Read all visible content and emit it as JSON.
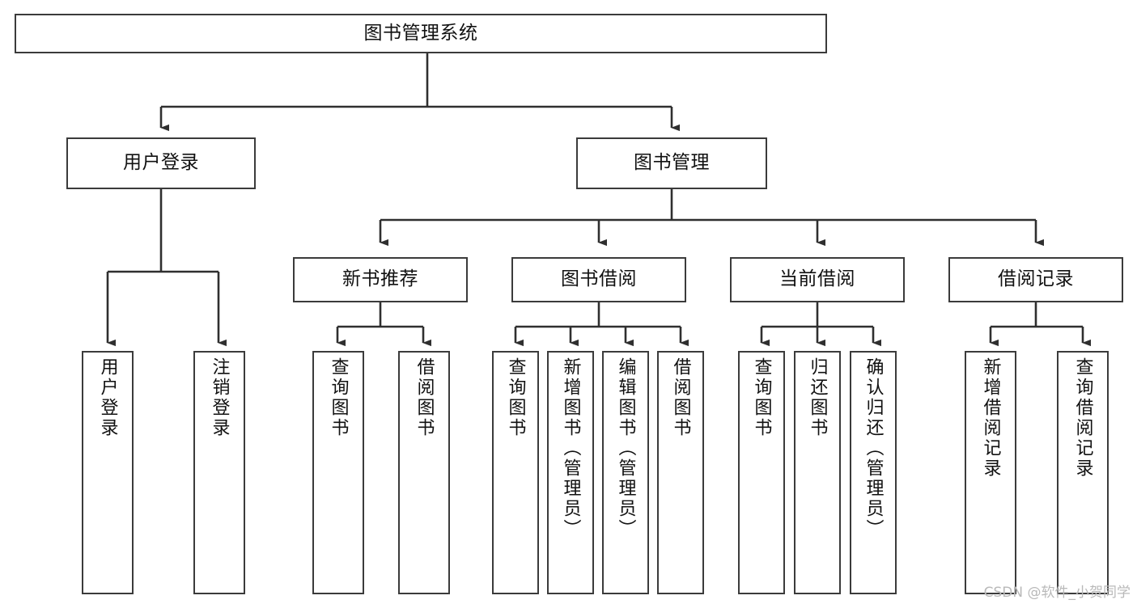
{
  "diagram": {
    "title": "图书管理系统",
    "type": "tree",
    "background": "#ffffff",
    "stroke_color": "#3b3b3b",
    "text_color": "#111111"
  },
  "nodes": {
    "root": {
      "label": "图书管理系统"
    },
    "level2": [
      {
        "id": "user-login",
        "label": "用户登录"
      },
      {
        "id": "book-manage",
        "label": "图书管理"
      }
    ],
    "level3": [
      {
        "id": "new-book-recommend",
        "label": "新书推荐"
      },
      {
        "id": "book-borrow",
        "label": "图书借阅"
      },
      {
        "id": "current-borrow",
        "label": "当前借阅"
      },
      {
        "id": "borrow-record",
        "label": "借阅记录"
      }
    ],
    "leaves": {
      "user_login": [
        {
          "id": "leaf-user-login",
          "label": "用户登录"
        },
        {
          "id": "leaf-logout",
          "label": "注销登录"
        }
      ],
      "new_book_recommend": [
        {
          "id": "leaf-query-book-1",
          "label": "查询图书"
        },
        {
          "id": "leaf-borrow-book-1",
          "label": "借阅图书"
        }
      ],
      "book_borrow": [
        {
          "id": "leaf-query-book-2",
          "label": "查询图书"
        },
        {
          "id": "leaf-add-book",
          "label": "新增图书（管理员）"
        },
        {
          "id": "leaf-edit-book",
          "label": "编辑图书（管理员）"
        },
        {
          "id": "leaf-borrow-book-2",
          "label": "借阅图书"
        }
      ],
      "current_borrow": [
        {
          "id": "leaf-query-book-3",
          "label": "查询图书"
        },
        {
          "id": "leaf-return-book",
          "label": "归还图书"
        },
        {
          "id": "leaf-confirm-return",
          "label": "确认归还（管理员）"
        }
      ],
      "borrow_record": [
        {
          "id": "leaf-add-record",
          "label": "新增借阅记录"
        },
        {
          "id": "leaf-query-record",
          "label": "查询借阅记录"
        }
      ]
    }
  },
  "watermark": {
    "text": "CSDN @软件_小贺同学",
    "color": "#b9b9b9"
  }
}
